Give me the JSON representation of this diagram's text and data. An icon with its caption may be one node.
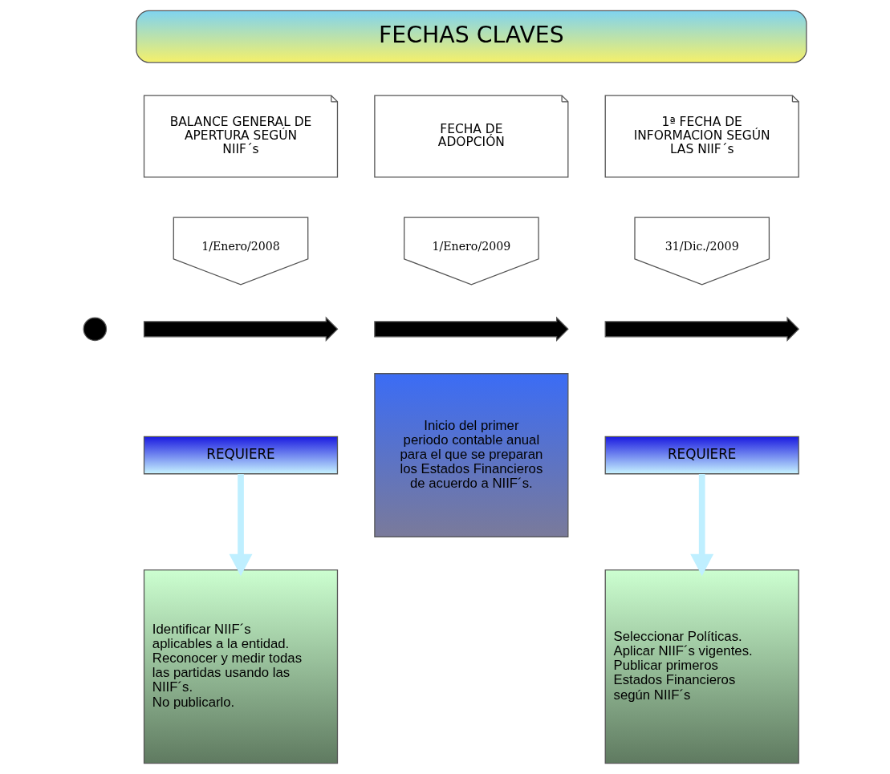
{
  "diagram": {
    "nodes": [
      {
        "text": [
          "FECHAS CLAVES"
        ]
      },
      {
        "text": [
          "BALANCE GENERAL DE APERTURA SEGÚN NIIF´s"
        ]
      },
      {
        "text": [
          "FECHA DE ADOPCIÓN"
        ]
      },
      {
        "text": [
          "1ª FECHA DE INFORMACION SEGÚN LAS NIIF´s"
        ]
      },
      {
        "text": [
          "1/Enero/2008"
        ]
      },
      {
        "text": [
          "1/Enero/2009"
        ]
      },
      {
        "text": [
          "31/Dic./2009"
        ]
      },
      {
        "text": [],
        "shape": "circle"
      },
      {
        "text": [],
        "shape": "arrow"
      },
      {
        "text": [],
        "shape": "arrow"
      },
      {
        "text": [],
        "shape": "arrow"
      },
      {
        "text": [
          "REQUIERE"
        ]
      },
      {
        "text": [
          "Inicio del primer periodo contable anual para el que se preparan los Estados Financieros de acuerdo a NIIF´s."
        ]
      },
      {
        "text": [
          "REQUIERE"
        ]
      },
      {
        "text": [
          "Identificar NIIF´s aplicables a la entidad.",
          "Reconocer y medir todas las partidas usando las NIIF´s.",
          "No publicarlo."
        ]
      },
      {
        "text": [
          "Seleccionar Políticas.",
          "Aplicar NIIF´s vigentes.",
          "Publicar primeros Estados Financieros según NIIF´s"
        ]
      }
    ],
    "edges": [
      {
        "from": 11,
        "to": 14,
        "arrow": "to"
      },
      {
        "from": 13,
        "to": 15,
        "arrow": "to"
      }
    ]
  }
}
